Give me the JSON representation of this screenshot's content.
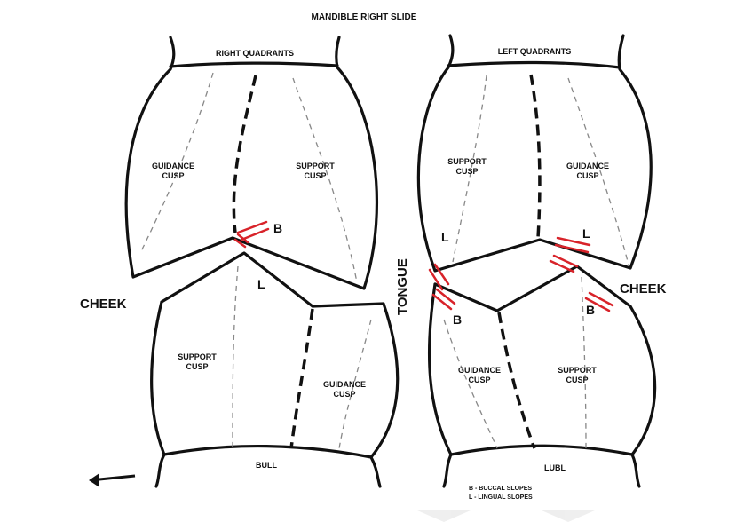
{
  "title": "MANDIBLE RIGHT SLIDE",
  "left_panel": {
    "top_label": "RIGHT QUADRANTS",
    "upper_left": [
      "GUIDANCE",
      "CUSP"
    ],
    "upper_right": [
      "SUPPORT",
      "CUSP"
    ],
    "lower_left": [
      "SUPPORT",
      "CUSP"
    ],
    "lower_right": [
      "GUIDANCE",
      "CUSP"
    ],
    "marker_b": "B",
    "marker_l": "L",
    "side_label": "CHEEK",
    "bottom_label": "BULL"
  },
  "middle_label": "TONGUE",
  "right_panel": {
    "top_label": "LEFT QUADRANTS",
    "upper_left": [
      "SUPPORT",
      "CUSP"
    ],
    "upper_right": [
      "GUIDANCE",
      "CUSP"
    ],
    "lower_left": [
      "GUIDANCE",
      "CUSP"
    ],
    "lower_right": [
      "SUPPORT",
      "CUSP"
    ],
    "marker_l_left": "L",
    "marker_l_right": "L",
    "marker_b_left": "B",
    "marker_b_right": "B",
    "side_label": "CHEEK",
    "bottom_label": "LUBL",
    "legend": [
      "B - BUCCAL SLOPES",
      "L - LINGUAL SLOPES"
    ]
  },
  "colors": {
    "ink": "#111111",
    "highlight": "#d8232a"
  },
  "icons": {
    "direction": "arrow-left-icon"
  }
}
